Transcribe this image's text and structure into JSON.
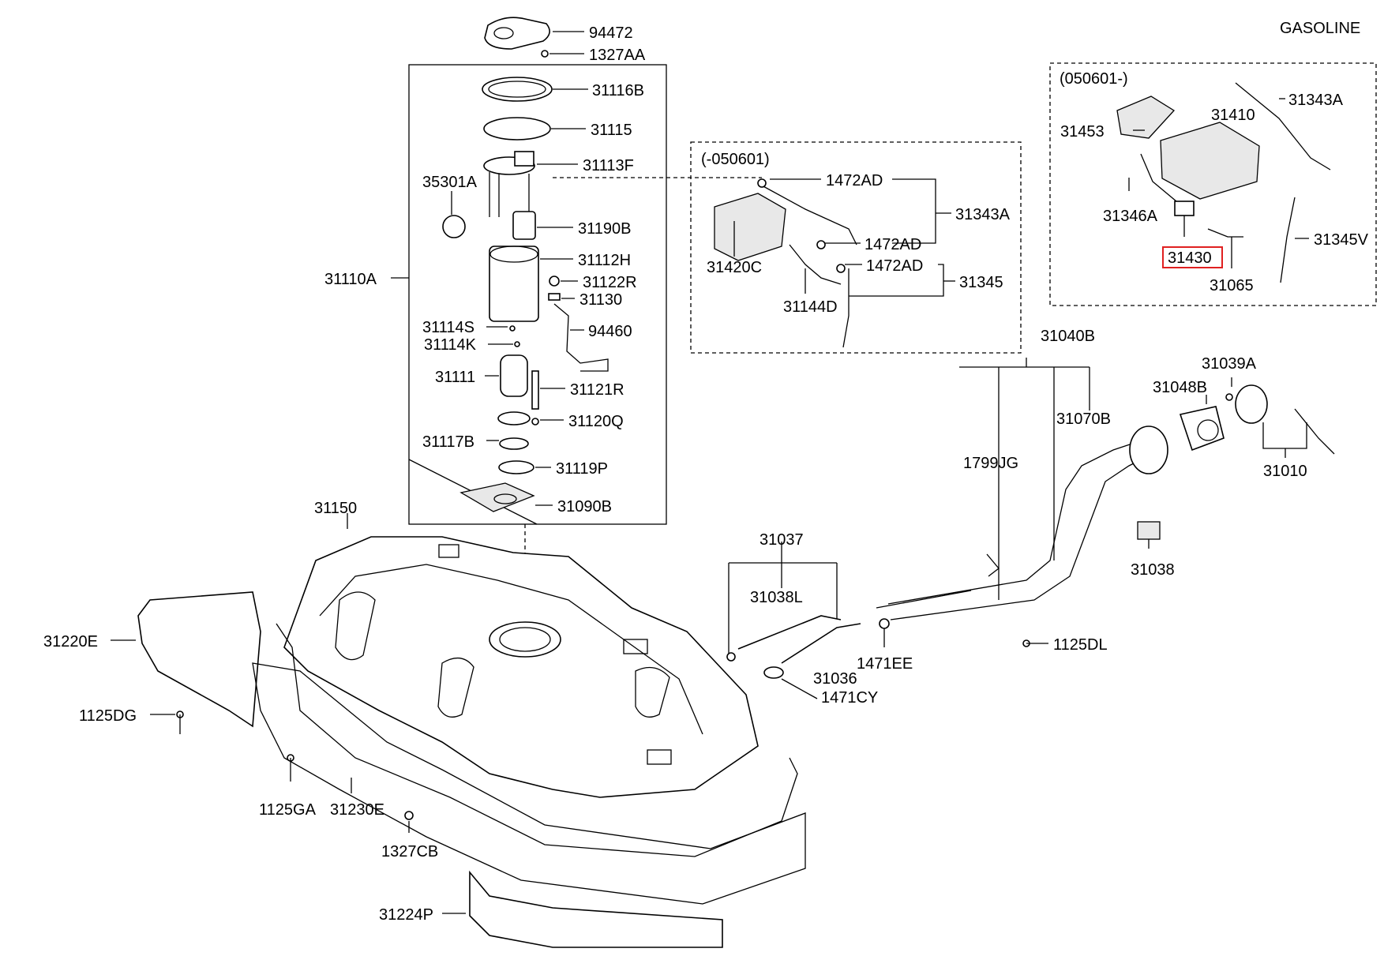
{
  "header": {
    "engine_type": "GASOLINE"
  },
  "date_ranges": {
    "before": "(-050601)",
    "after": "(050601-)"
  },
  "labels": {
    "p94472": "94472",
    "p1327AA": "1327AA",
    "p31116B": "31116B",
    "p31115": "31115",
    "p31113F": "31113F",
    "p35301A": "35301A",
    "p31190B": "31190B",
    "p31110A": "31110A",
    "p31112H": "31112H",
    "p31122R": "31122R",
    "p31130": "31130",
    "p31114S": "31114S",
    "p31114K": "31114K",
    "p94460": "94460",
    "p31111": "31111",
    "p31121R": "31121R",
    "p31120Q": "31120Q",
    "p31117B": "31117B",
    "p31119P": "31119P",
    "p31090B": "31090B",
    "p1472AD_a": "1472AD",
    "p31343A_left": "31343A",
    "p1472AD_b": "1472AD",
    "p31420C": "31420C",
    "p1472AD_c": "1472AD",
    "p31345": "31345",
    "p31144D": "31144D",
    "p31453": "31453",
    "p31410": "31410",
    "p31343A_right": "31343A",
    "p31346A": "31346A",
    "p31345V": "31345V",
    "p31430": "31430",
    "p31065": "31065",
    "p31040B": "31040B",
    "p31039A": "31039A",
    "p31048B": "31048B",
    "p31070B": "31070B",
    "p1799JG": "1799JG",
    "p31010": "31010",
    "p31038": "31038",
    "p31150": "31150",
    "p31037": "31037",
    "p31038L": "31038L",
    "p31220E": "31220E",
    "p1125DL": "1125DL",
    "p1471EE": "1471EE",
    "p31036": "31036",
    "p1471CY": "1471CY",
    "p1125DG": "1125DG",
    "p1125GA": "1125GA",
    "p31230E": "31230E",
    "p1327CB": "1327CB",
    "p31224P": "31224P"
  },
  "highlight": {
    "color": "#e02020"
  }
}
